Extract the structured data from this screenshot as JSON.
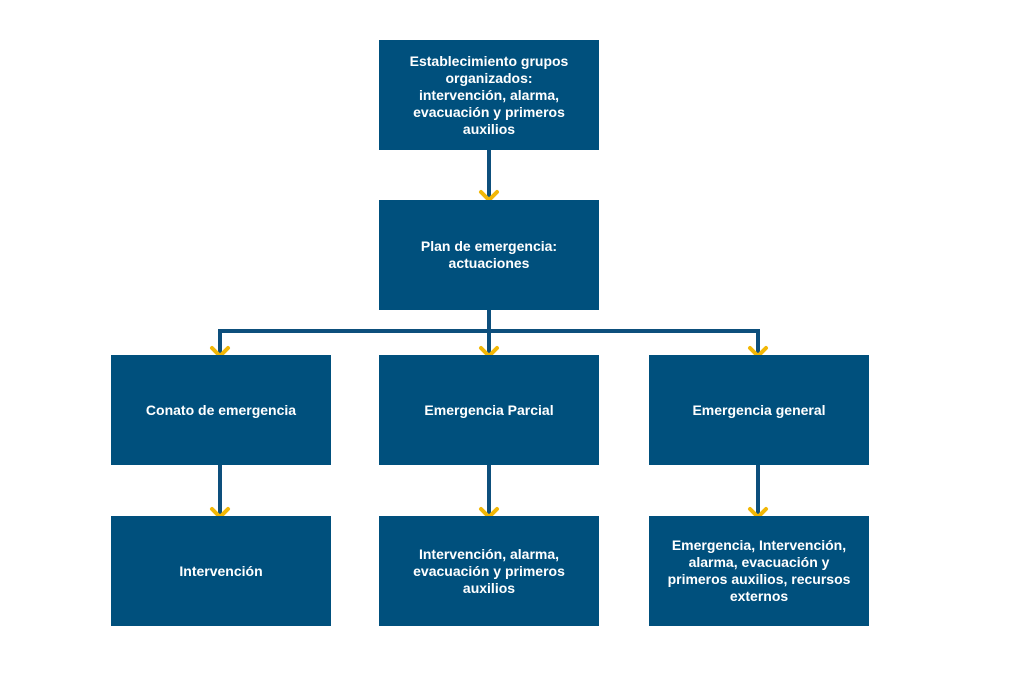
{
  "colors": {
    "box": "#00507d",
    "line": "#0d4f7c",
    "arrow": "#f2b705"
  },
  "nodes": {
    "top": "Establecimiento grupos organizados: intervención, alarma, evacuación y primeros auxilios",
    "plan": "Plan de emergencia: actuaciones",
    "conato": "Conato de emergencia",
    "parcial": "Emergencia Parcial",
    "general": "Emergencia general",
    "conato_action": "Intervención",
    "parcial_action": "Intervención, alarma, evacuación y primeros auxilios",
    "general_action": "Emergencia, Intervención, alarma, evacuación y primeros auxilios, recursos externos"
  }
}
